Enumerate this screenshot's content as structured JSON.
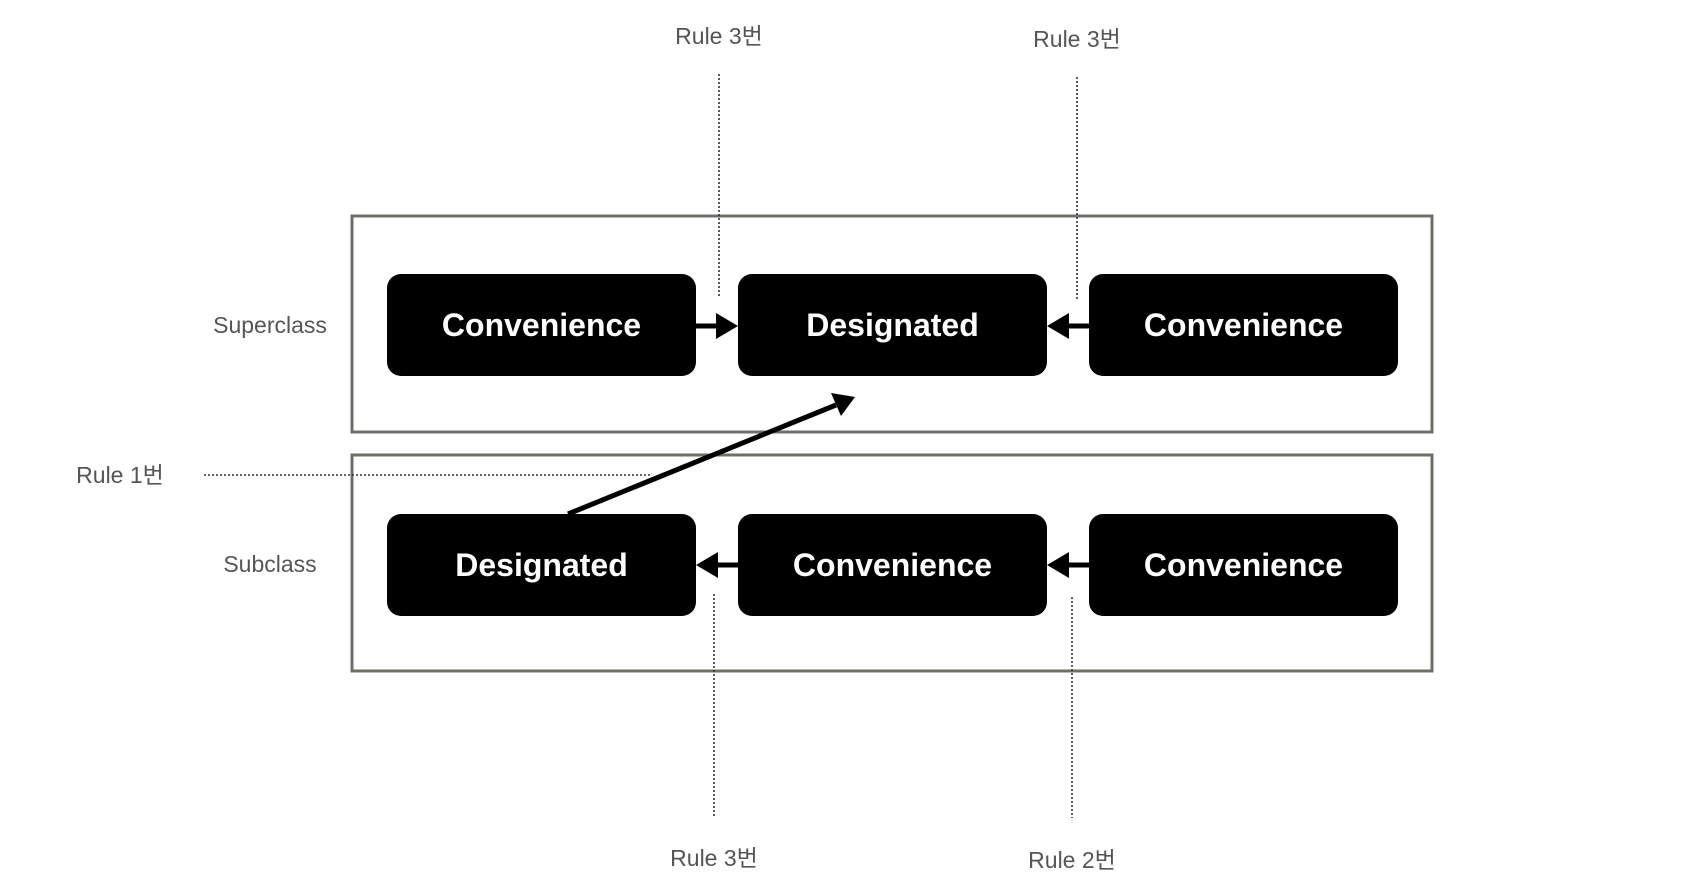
{
  "groups": {
    "superclass": {
      "label": "Superclass",
      "nodes": [
        "Convenience",
        "Designated",
        "Convenience"
      ]
    },
    "subclass": {
      "label": "Subclass",
      "nodes": [
        "Designated",
        "Convenience",
        "Convenience"
      ]
    }
  },
  "rules": {
    "top_left": "Rule 3번",
    "top_right": "Rule 3번",
    "left": "Rule 1번",
    "bottom_left": "Rule 3번",
    "bottom_right": "Rule 2번"
  },
  "colors": {
    "node_fill": "#000000",
    "node_text": "#ffffff",
    "box_border": "#6f6f69",
    "annotation_text": "#555555"
  }
}
